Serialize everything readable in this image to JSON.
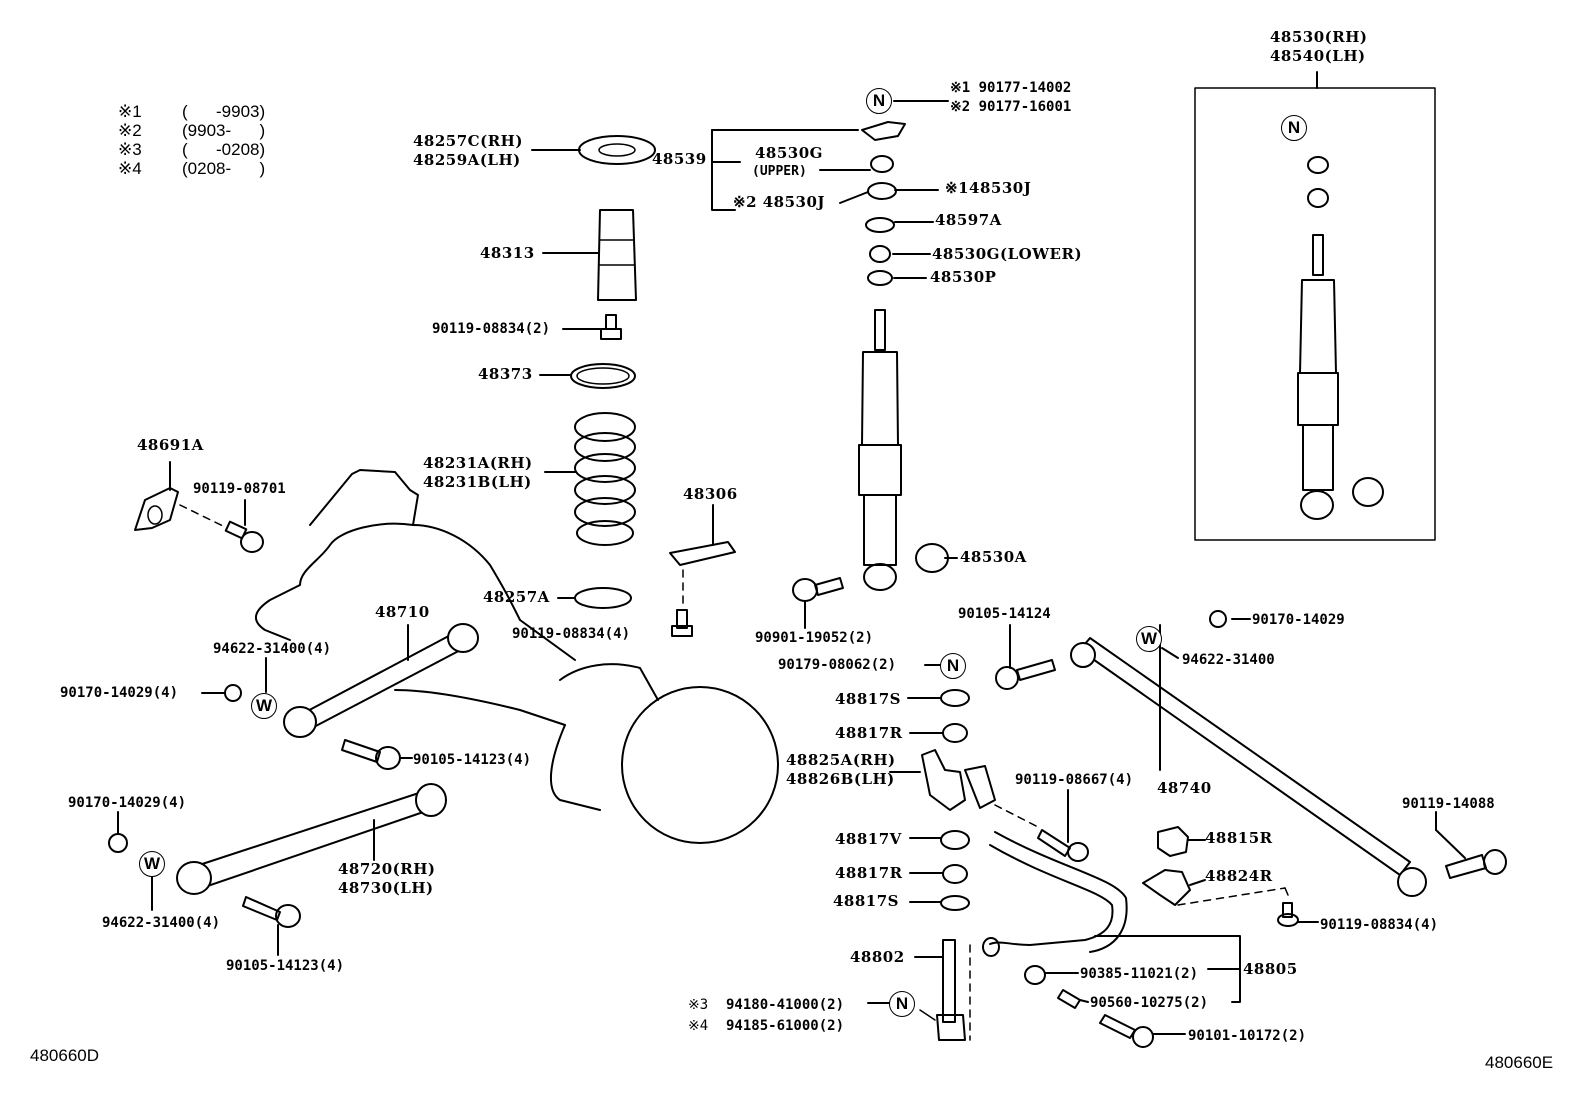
{
  "legend": [
    {
      "mark": "※1",
      "range": "(      -9903)"
    },
    {
      "mark": "※2",
      "range": "(9903-      )"
    },
    {
      "mark": "※3",
      "range": "(      -0208)"
    },
    {
      "mark": "※4",
      "range": "(0208-      )"
    }
  ],
  "symbols": {
    "nut": "N",
    "washer": "W"
  },
  "labels": {
    "p48257C": "48257C(RH)",
    "p48259A": "48259A(LH)",
    "p48539": "48539",
    "p48530G_upper": "48530G",
    "p48530G_upper_sub": "(UPPER)",
    "p48530J_2": "※2 48530J",
    "p48530J_1": "※148530J",
    "p90177_1": "※1 90177-14002",
    "p90177_2": "※2 90177-16001",
    "p48597A": "48597A",
    "p48530G_lower": "48530G(LOWER)",
    "p48530P": "48530P",
    "p48530_rh": "48530(RH)",
    "p48540_lh": "48540(LH)",
    "p48313": "48313",
    "p90119_08834_2": "90119-08834(2)",
    "p48373": "48373",
    "p48231A": "48231A(RH)",
    "p48231B": "48231B(LH)",
    "p48691A": "48691A",
    "p90119_08701": "90119-08701",
    "p48306": "48306",
    "p48257A": "48257A",
    "p90119_08834_4a": "90119-08834(4)",
    "p48710": "48710",
    "p94622_31400_4a": "94622-31400(4)",
    "p90170_14029_4a": "90170-14029(4)",
    "p90105_14123_4a": "90105-14123(4)",
    "p90170_14029_4b": "90170-14029(4)",
    "p48720": "48720(RH)",
    "p48730": "48730(LH)",
    "p94622_31400_4b": "94622-31400(4)",
    "p90105_14123_4b": "90105-14123(4)",
    "p48530A": "48530A",
    "p90901_19052": "90901-19052(2)",
    "p90179_08062": "90179-08062(2)",
    "p90105_14124": "90105-14124",
    "p48817S_a": "48817S",
    "p48817R_a": "48817R",
    "p48825A": "48825A(RH)",
    "p48826B": "48826B(LH)",
    "p90119_08667": "90119-08667(4)",
    "p48740": "48740",
    "p48817V": "48817V",
    "p48817R_b": "48817R",
    "p48817S_b": "48817S",
    "p90170_14029": "90170-14029",
    "p94622_31400": "94622-31400",
    "p90119_14088": "90119-14088",
    "p48815R": "48815R",
    "p48824R": "48824R",
    "p90119_08834_4b": "90119-08834(4)",
    "p48802": "48802",
    "p48805": "48805",
    "p90385_11021": "90385-11021(2)",
    "p90560_10275": "90560-10275(2)",
    "p90101_10172": "90101-10172(2)",
    "p94180_mark": "※3",
    "p94180": "94180-41000(2)",
    "p94185_mark": "※4",
    "p94185": "94185-61000(2)"
  },
  "footer": {
    "left_code": "480660D",
    "right_code": "480660E"
  }
}
